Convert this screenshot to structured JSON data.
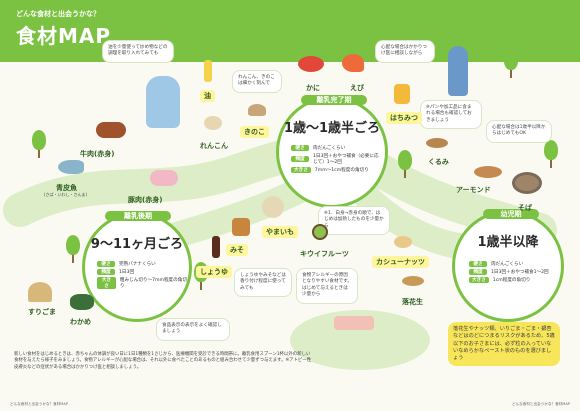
{
  "header": {
    "subtitle": "どんな食材と出会うかな？",
    "title": "食材MAP"
  },
  "stages": {
    "late": {
      "title": "離乳後期",
      "age": "9〜11ヶ月ごろ",
      "rows": [
        {
          "key": "硬さ",
          "value": "完熟バナナくらい"
        },
        {
          "key": "頻度",
          "value": "1日3回"
        },
        {
          "key": "大きさ",
          "value": "粗みじん切り〜7mm程度の角切り"
        }
      ]
    },
    "complete": {
      "title": "離乳完了期",
      "age": "1歳〜1歳半ごろ",
      "rows": [
        {
          "key": "硬さ",
          "value": "肉だんごくらい"
        },
        {
          "key": "頻度",
          "value": "1日3回＋おやつ補食（必要に応じて）1〜2回"
        },
        {
          "key": "大きさ",
          "value": "7mm〜1cm程度の角切り"
        }
      ]
    },
    "toddler": {
      "title": "幼児期",
      "age": "1歳半以降",
      "rows": [
        {
          "key": "硬さ",
          "value": "肉だんごくらい"
        },
        {
          "key": "頻度",
          "value": "1日3回＋おやつ補食1〜2回"
        },
        {
          "key": "大きさ",
          "value": "1cm程度の角切り"
        }
      ]
    }
  },
  "foods": {
    "gyuniku": "牛肉(赤身)",
    "aozakana": "青皮魚",
    "aozakana_sub": "(さば・いわし・さんま)",
    "butaniku": "豚肉(赤身)",
    "abura": "油",
    "kinoko": "きのこ",
    "renkon": "れんこん",
    "kani": "かに",
    "ebi": "えび",
    "hachimitsu": "はちみつ",
    "kurumi": "くるみ",
    "almond": "アーモンド",
    "soba": "そば",
    "miso": "みそ",
    "yamaimo": "やまいも",
    "kiwi": "キウイフルーツ",
    "cashew": "カシューナッツ",
    "shoyu": "しょうゆ",
    "rakkasei": "落花生",
    "surigoma": "すりごま",
    "wakame": "わかめ"
  },
  "bubbles": {
    "b1": "油を少量使って炒め物などの調理を取り入れてみても",
    "b2": "れんこん、きのこは細かく刻んで",
    "b3": "心配な場合はかかりつけ医に相談しながら",
    "b4": "※パンや加工品に含まれる場合も確認しておきましょう",
    "b5": "心配な場合は1歳半以降からはじめてもOK",
    "b6": "※1．白身→赤身の順で、はじめは加熱したものを少量から",
    "b7": "しょうゆやみそなどは香り付け程度に使ってみても",
    "b8": "食物アレルギーの原因となりやすい食材です。はじめて与えるときは少量から",
    "b9": "食品表示の表示をよく確認しましょう",
    "b10": "落花生やナッツ類、いりごま・ごま・銀杏などはのどにつまるリスクがあるため、5歳以下のお子さまには、必ず粒の入っていないなめらかなペースト状のものを選びましょう"
  },
  "note": "新しい食材をはじめるときは、赤ちゃんの体調が良い日に1日1種類を1さじから、医療機関を受診できる時間帯に。離乳食用スプーン1杯以外の新しい食材を与えたら様子をみましょう。食物アレルギーが心配な場合は、それ以外に食べたことのあるものと組み合わせて少量ずつ与えます。※アトピー性皮膚炎などの症状がある場合はかかりつけ医と相談しましょう。",
  "footer_left": "どんな食材と出会うかな？食材MAP",
  "footer_right": "どんな食材と出会うかな？食材MAP",
  "colors": {
    "green": "#7cc242",
    "yellow": "#f7e55a",
    "road": "#dcedc8"
  }
}
